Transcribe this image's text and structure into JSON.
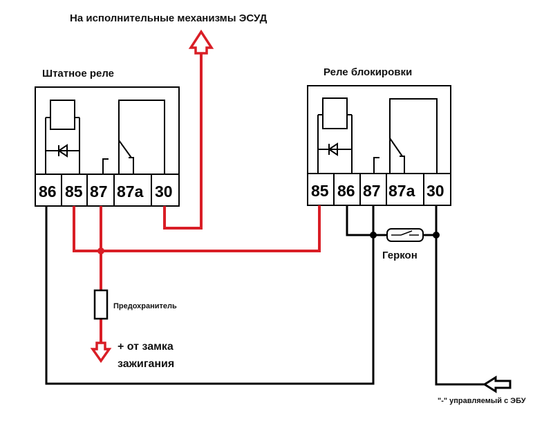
{
  "title_top": "На исполнительные механизмы ЭСУД",
  "relay_left": {
    "title": "Штатное реле",
    "pins": [
      "86",
      "85",
      "87",
      "87a",
      "30"
    ]
  },
  "relay_right": {
    "title": "Реле блокировки",
    "pins": [
      "85",
      "86",
      "87",
      "87a",
      "30"
    ]
  },
  "labels": {
    "reed_switch": "Геркон",
    "fuse": "Предохранитель",
    "ignition_line1": "+ от замка",
    "ignition_line2": "зажигания",
    "ecu_control": "\"-\" управляемый с ЭБУ"
  },
  "colors": {
    "red_wire": "#d91e26",
    "black_wire": "#000000"
  }
}
